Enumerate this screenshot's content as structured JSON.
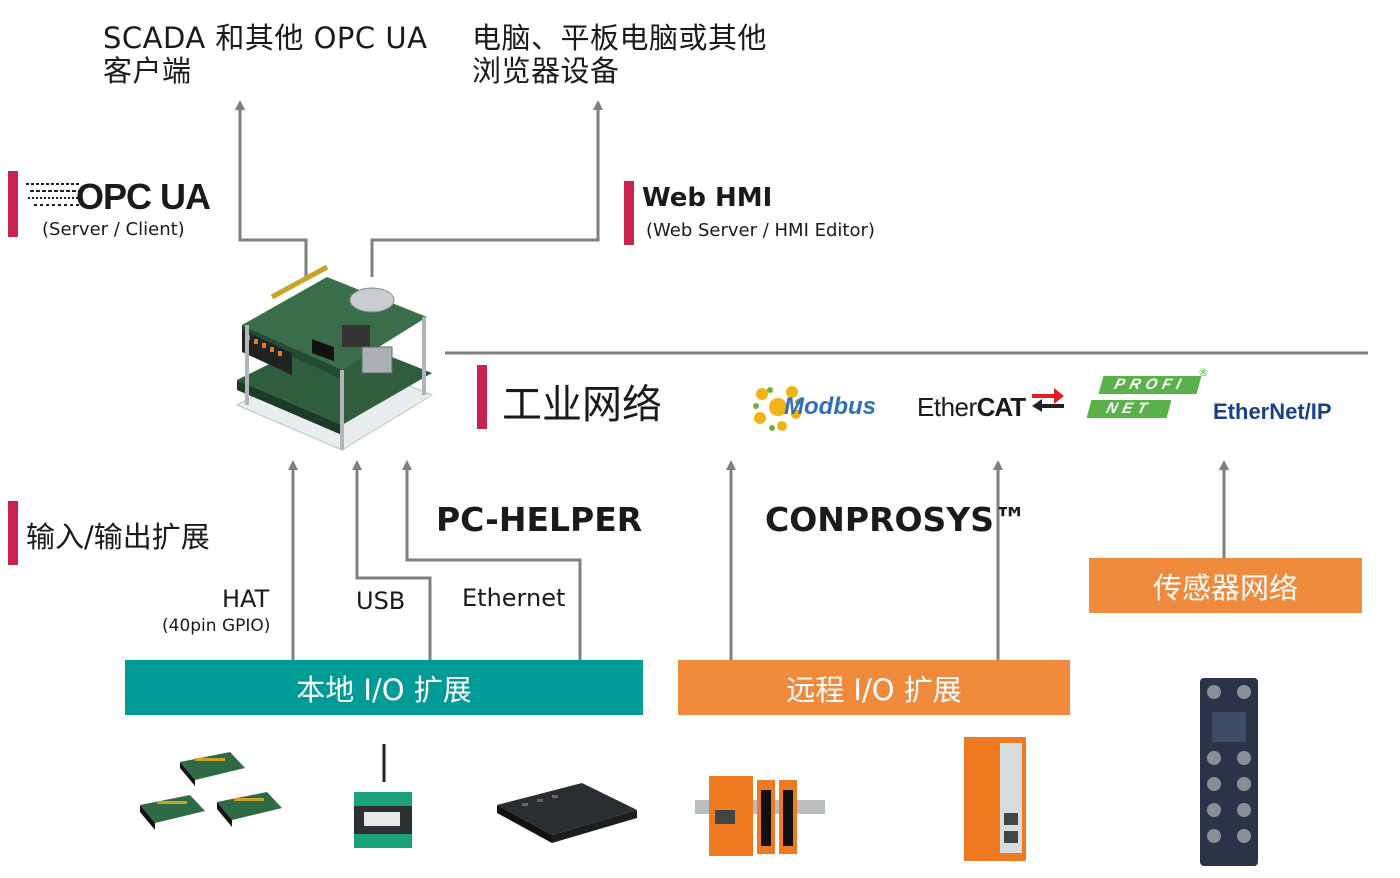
{
  "clients": {
    "scada": {
      "line1": "SCADA 和其他 OPC UA",
      "line2": "客户端"
    },
    "browser": {
      "line1": "电脑、平板电脑或其他",
      "line2": "浏览器设备"
    }
  },
  "features": {
    "opcua": {
      "logo": "OPC UA",
      "sub": "(Server / Client)"
    },
    "webhmi": {
      "title": "Web HMI",
      "sub": "(Web Server / HMI Editor)"
    },
    "industrial_network": {
      "title": "工业网络"
    },
    "io_expansion": {
      "title": "输入/输出扩展"
    }
  },
  "network_logos": {
    "modbus": "Modbus",
    "ethercat_a": "Ether",
    "ethercat_b": "CAT",
    "profi": "PROFI",
    "net": "NET",
    "registered": "®",
    "ethernetip": "EtherNet/IP"
  },
  "connections": {
    "hat": "HAT",
    "hat_sub": "(40pin GPIO)",
    "usb": "USB",
    "ethernet": "Ethernet"
  },
  "brands": {
    "pc_helper": "PC-HELPER",
    "conprosys": "CONPROSYS™"
  },
  "banners": {
    "local_io": "本地 I/O 扩展",
    "remote_io": "远程 I/O 扩展",
    "sensor_network": "传感器网络"
  },
  "colors": {
    "accent": "#c8234f",
    "teal": "#009b96",
    "orange": "#f08a3c",
    "line": "#7f7f7f"
  },
  "icons": [
    "main-board-icon",
    "io-boards-icon",
    "usb-module-icon",
    "ethernet-box-icon",
    "remote-io-module-icon",
    "remote-controller-icon",
    "sensor-hub-icon"
  ]
}
